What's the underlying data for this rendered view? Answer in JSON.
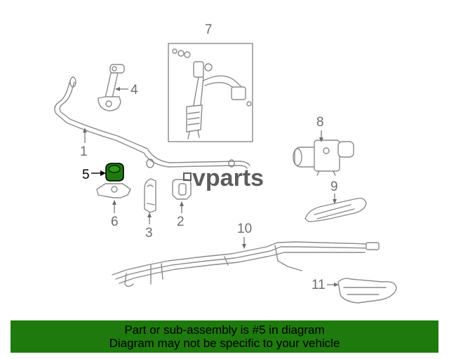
{
  "callouts": {
    "c1": "1",
    "c2": "2",
    "c3": "3",
    "c4": "4",
    "c5": "5",
    "c6": "6",
    "c7": "7",
    "c8": "8",
    "c9": "9",
    "c10": "10",
    "c11": "11"
  },
  "watermark": "vparts",
  "highlight_color": "#1e7a0c",
  "footer": {
    "line1": "Part or sub-assembly is #5 in diagram",
    "line2": "Diagram may not be specific to your vehicle"
  }
}
